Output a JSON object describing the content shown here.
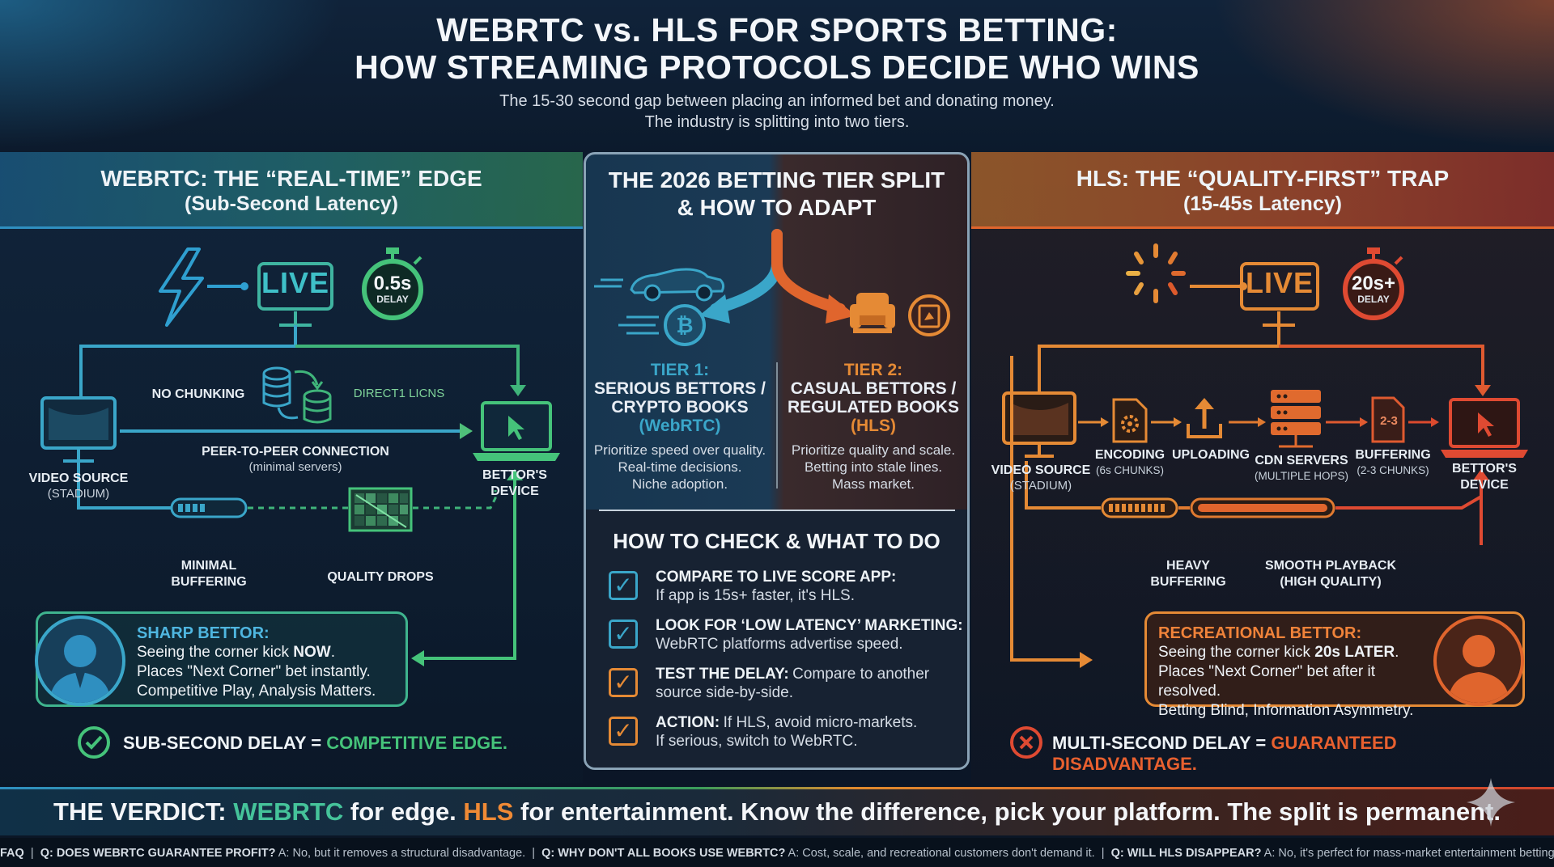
{
  "header": {
    "title_line1": "WEBRTC vs. HLS FOR SPORTS BETTING:",
    "title_line2": "HOW STREAMING PROTOCOLS DECIDE WHO WINS",
    "subtitle_line1": "The 15-30 second gap between placing an informed bet and donating money.",
    "subtitle_line2": "The industry is splitting into two tiers."
  },
  "webrtc": {
    "title": "WEBRTC: THE “REAL-TIME” EDGE",
    "subtitle": "(Sub-Second Latency)",
    "live": "LIVE",
    "delay_value": "0.5s",
    "delay_unit": "DELAY",
    "no_chunking": "NO CHUNKING",
    "direct_links": "DIRECT1 LICNS",
    "p2p": "PEER-TO-PEER CONNECTION",
    "p2p_sub": "(minimal servers)",
    "video_source": "VIDEO SOURCE",
    "video_source_sub": "(STADIUM)",
    "device_1": "BETTOR'S",
    "device_2": "DEVICE",
    "min_buf_1": "MINIMAL",
    "min_buf_2": "BUFFERING",
    "quality_drops": "QUALITY DROPS",
    "bettor_title": "SHARP BETTOR:",
    "bettor_l1_pre": "Seeing the corner kick ",
    "bettor_l1_bold": "NOW",
    "bettor_l1_post": ".",
    "bettor_l2": "Places \"Next Corner\" bet instantly.",
    "bettor_l3": "Competitive Play, Analysis Matters.",
    "result_pre": "SUB-SECOND DELAY = ",
    "result_hl": "COMPETITIVE EDGE."
  },
  "center": {
    "title_line1": "THE 2026 BETTING TIER SPLIT",
    "title_line2": "& HOW TO ADAPT",
    "tier1": {
      "label": "TIER 1:",
      "name1": "SERIOUS BETTORS /",
      "name2": "CRYPTO BOOKS",
      "proto": "(WebRTC)",
      "d1": "Prioritize speed over quality.",
      "d2": "Real-time decisions.",
      "d3": "Niche adoption."
    },
    "tier2": {
      "label": "TIER 2:",
      "name1": "CASUAL BETTORS /",
      "name2": "REGULATED BOOKS",
      "proto": "(HLS)",
      "d1": "Prioritize quality and scale.",
      "d2": "Betting into stale lines.",
      "d3": "Mass market."
    },
    "check_title": "HOW TO CHECK & WHAT TO DO",
    "checks": [
      {
        "head": "COMPARE TO LIVE SCORE APP:",
        "body": "If app is 15s+ faster, it's HLS.",
        "color": "#3aa6c9"
      },
      {
        "head": "LOOK FOR ‘LOW LATENCY’ MARKETING:",
        "body": "WebRTC platforms advertise speed.",
        "color": "#3aa6c9"
      },
      {
        "head": "TEST THE DELAY:",
        "body_inline": "Compare to another",
        "body": "source side-by-side.",
        "color": "#e58a35"
      },
      {
        "head": "ACTION:",
        "body_inline": "If HLS, avoid micro-markets.",
        "body": "If serious, switch to WebRTC.",
        "color": "#e58a35"
      }
    ]
  },
  "hls": {
    "title": "HLS: THE “QUALITY-FIRST” TRAP",
    "subtitle": "(15-45s Latency)",
    "live": "LIVE",
    "delay_value": "20s+",
    "delay_unit": "DELAY",
    "video_source": "VIDEO SOURCE",
    "video_source_sub": "(STADIUM)",
    "encoding": "ENCODING",
    "encoding_sub": "(6s CHUNKS)",
    "uploading": "UPLOADING",
    "cdn": "CDN SERVERS",
    "cdn_sub": "(MULTIPLE HOPS)",
    "buffering": "BUFFERING",
    "buffering_sub": "(2-3 CHUNKS)",
    "chunk_label": "2-3",
    "device_1": "BETTOR'S",
    "device_2": "DEVICE",
    "heavy_1": "HEAVY",
    "heavy_2": "BUFFERING",
    "smooth_1": "SMOOTH PLAYBACK",
    "smooth_2": "(HIGH QUALITY)",
    "bettor_title": "RECREATIONAL BETTOR:",
    "bettor_l1_pre": "Seeing the corner kick ",
    "bettor_l1_bold": "20s LATER",
    "bettor_l1_post": ".",
    "bettor_l2": "Places \"Next Corner\" bet after it resolved.",
    "bettor_l3": "Betting Blind, Information Asymmetry.",
    "result_pre": "MULTI-SECOND DELAY = ",
    "result_hl": "GUARANTEED DISADVANTAGE."
  },
  "verdict": {
    "pre": "THE VERDICT: ",
    "webrtc": "WEBRTC",
    "mid": " for edge. ",
    "hls": "HLS",
    "post": " for entertainment. Know the difference, pick your platform. The split is permanent."
  },
  "faq": {
    "label": "FAQ",
    "q1": "Q: DOES WEBRTC GUARANTEE PROFIT?",
    "a1": " A: No, but it removes a structural disadvantage.",
    "q2": "Q: WHY DON'T ALL BOOKS USE WEBRTC?",
    "a2": " A: Cost, scale, and recreational customers don't demand it.",
    "q3": "Q: WILL HLS DISAPPEAR?",
    "a3": " A: No, it's perfect for mass-market entertainment betting."
  },
  "colors": {
    "webrtc_blue": "#3aa6c9",
    "webrtc_green": "#45c37a",
    "hls_orange": "#e58a35",
    "hls_red": "#df4a32"
  }
}
